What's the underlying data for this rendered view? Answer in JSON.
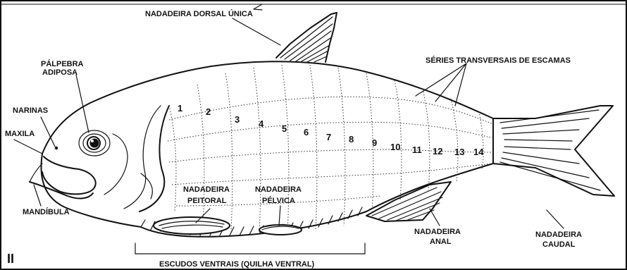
{
  "panel_label": "II",
  "labels": {
    "dorsal": "NADADEIRA DORSAL ÚNICA",
    "series_transversais": "SÉRIES TRANSVERSAIS DE ESCAMAS",
    "palpebra_1": "PÁLPEBRA",
    "palpebra_2": "ADIPOSA",
    "narinas": "NARINAS",
    "maxila": "MAXILA",
    "mandibula": "MANDÍBULA",
    "peitoral_1": "NADADEIRA",
    "peitoral_2": "PEITORAL",
    "pelvica_1": "NADADEIRA",
    "pelvica_2": "PÉLVICA",
    "anal_1": "NADADEIRA",
    "anal_2": "ANAL",
    "caudal_1": "NADADEIRA",
    "caudal_2": "CAUDAL",
    "escudos": "ESCUDOS VENTRAIS (QUILHA VENTRAL)"
  },
  "scale_series_numbers": [
    "1",
    "2",
    "3",
    "4",
    "5",
    "6",
    "7",
    "8",
    "9",
    "10",
    "11",
    "12",
    "13",
    "14"
  ]
}
